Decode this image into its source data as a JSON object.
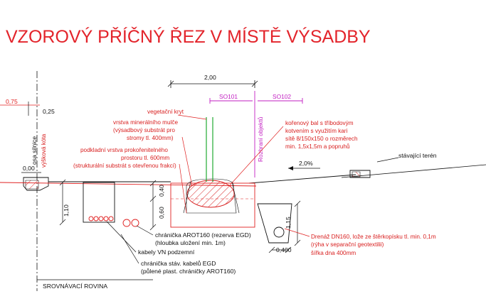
{
  "title": "VZOROVÝ PŘÍČNÝ ŘEZ V MÍSTĚ VÝSADBY",
  "dimensions": {
    "width_top": "2,00",
    "left_offset": "0,75",
    "left_height": "0,25",
    "zero_level": "0,00",
    "depth_left": "1,10",
    "depth_040": "0,40",
    "depth_060": "0,60",
    "depth_drain": "1,15",
    "drain_width": "0,400",
    "slope": "2,0%"
  },
  "zones": {
    "so101": "SO101",
    "so102": "SO102",
    "boundary": "Rozhraní objektů"
  },
  "road_labels": {
    "road_axis": "osa silnice",
    "height_level": "výšková kóta"
  },
  "labels": {
    "vegetacni_kryt": "vegetační kryt",
    "mulch": [
      "vrstva minerálního mulče",
      "(výsadbový substrát pro",
      "stromy tl. 400mm)"
    ],
    "substrate": [
      "podkladní vrstva prokořenitelného",
      "prostoru tl. 600mm",
      "(strukturální substrát s otevřenou frakcí)"
    ],
    "root_ball": [
      "kořenový bal s tříbodovým",
      "kotvením s využitím kari",
      "sítě 8/150x150 o rozměrech",
      "min. 1,5x1,5m a popruhů"
    ],
    "terrain": "stávající terén",
    "drain": [
      "Drenáž DN160, lože ze štěrkopísku tl. min.  0,1m",
      "(rýha v separační geotextilii)",
      "šířka dna 400mm"
    ],
    "arot_reserve": [
      "chránička AROT160 (rezerva EGD)",
      "(hloubka uložení min. 1m)"
    ],
    "cables_vn": "kabely VN podzemní",
    "existing_sleeve": [
      "chránička stáv. kabelů EGD",
      "(půlené plast. chráničky AROT160)"
    ],
    "datum": "SROVNÁVACÍ ROVINA"
  },
  "colors": {
    "title": "#e3242b",
    "red_lines": "#e02020",
    "magenta": "#c21fc2",
    "green": "#22aa33",
    "black": "#111111"
  }
}
